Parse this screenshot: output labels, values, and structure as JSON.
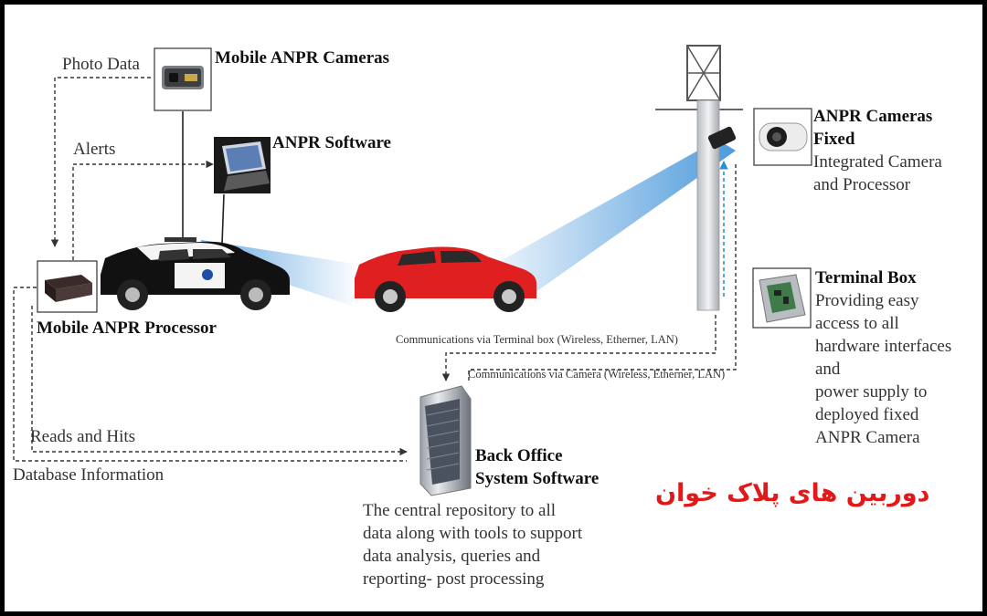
{
  "labels": {
    "photo_data": "Photo Data",
    "alerts": "Alerts",
    "reads_hits": "Reads and Hits",
    "database_info": "Database Information",
    "comm_terminal": "Communications via Terminal box (Wireless, Etherner, LAN)",
    "comm_camera": "Communications via Camera (Wireless, Etherner, LAN)"
  },
  "components": {
    "mobile_cameras": "Mobile ANPR Cameras",
    "software": "ANPR Software",
    "mobile_processor": "Mobile ANPR Processor",
    "fixed_camera": {
      "title": [
        "ANPR Cameras",
        "Fixed"
      ],
      "desc": [
        "Integrated Camera",
        "and Processor"
      ]
    },
    "terminal_box": {
      "title": "Terminal Box",
      "desc": [
        "Providing easy",
        "access to all",
        "hardware interfaces",
        "and",
        "power supply to",
        "deployed fixed",
        "ANPR Camera"
      ]
    },
    "back_office": {
      "title": [
        "Back Office",
        "System Software"
      ],
      "desc": [
        "The central repository to all",
        "data along with tools to support",
        "data analysis, queries and",
        "reporting- post processing"
      ]
    }
  },
  "watermark": "دوربین های پلاک خوان",
  "colors": {
    "police_car": "#111111",
    "target_car": "#e02020",
    "beam": "#3a8fd8",
    "watermark": "#e11919",
    "connector": "#333333"
  }
}
